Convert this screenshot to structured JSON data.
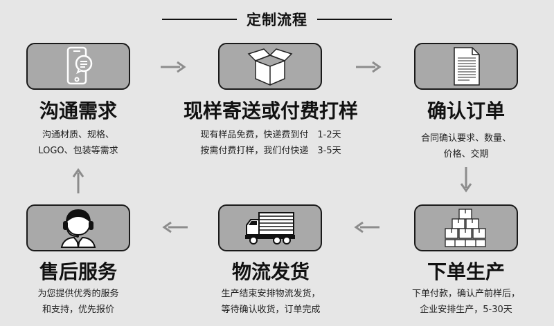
{
  "title": "定制流程",
  "steps": {
    "s1": {
      "title": "沟通需求",
      "desc": [
        "沟通材质、规格、",
        "LOGO、包装等需求"
      ]
    },
    "s2": {
      "title": "现样寄送或付费打样",
      "desc": [
        "现有样品免费，快递费到付　1-2天",
        "按需付费打样，我们付快递　3-5天"
      ]
    },
    "s3": {
      "title": "确认订单",
      "desc": [
        "合同确认要求、数量、",
        "价格、交期"
      ]
    },
    "s4": {
      "title": "下单生产",
      "desc": [
        "下单付款，确认产前样后，",
        "企业安排生产，5-30天"
      ]
    },
    "s5": {
      "title": "物流发货",
      "desc": [
        "生产结束安排物流发货，",
        "等待确认收货，订单完成"
      ]
    },
    "s6": {
      "title": "售后服务",
      "desc": [
        "为您提供优秀的服务",
        "和支持，优先报价"
      ]
    }
  },
  "icons": {
    "s1": "phone-chat-icon",
    "s2": "open-box-icon",
    "s3": "document-icon",
    "s4": "stacked-boxes-icon",
    "s5": "truck-icon",
    "s6": "customer-service-icon"
  },
  "colors": {
    "card": "#a9a9a9",
    "arrow": "#8c8c8c",
    "background": "#e6e6e6"
  }
}
